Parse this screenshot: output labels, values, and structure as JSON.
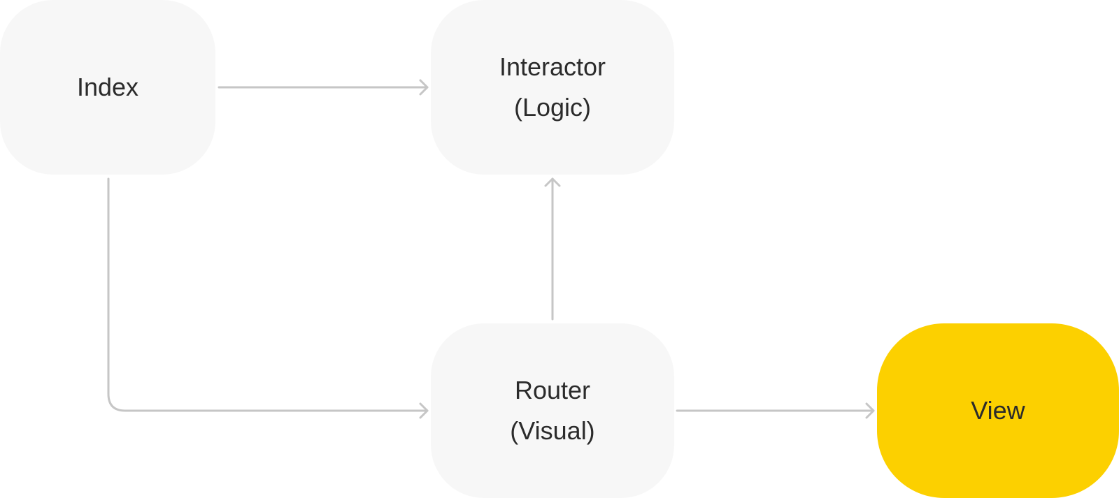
{
  "diagram": {
    "nodes": {
      "index": {
        "lines": [
          "Index"
        ],
        "color": "#f7f7f7"
      },
      "interactor": {
        "lines": [
          "Interactor",
          "(Logic)"
        ],
        "color": "#f7f7f7"
      },
      "router": {
        "lines": [
          "Router",
          "(Visual)"
        ],
        "color": "#f7f7f7"
      },
      "view": {
        "lines": [
          "View"
        ],
        "color": "#fcd000"
      }
    },
    "edges": [
      {
        "from": "index",
        "to": "interactor"
      },
      {
        "from": "index",
        "to": "router"
      },
      {
        "from": "router",
        "to": "interactor"
      },
      {
        "from": "router",
        "to": "view"
      }
    ],
    "connector_color": "#c6c6c6"
  }
}
